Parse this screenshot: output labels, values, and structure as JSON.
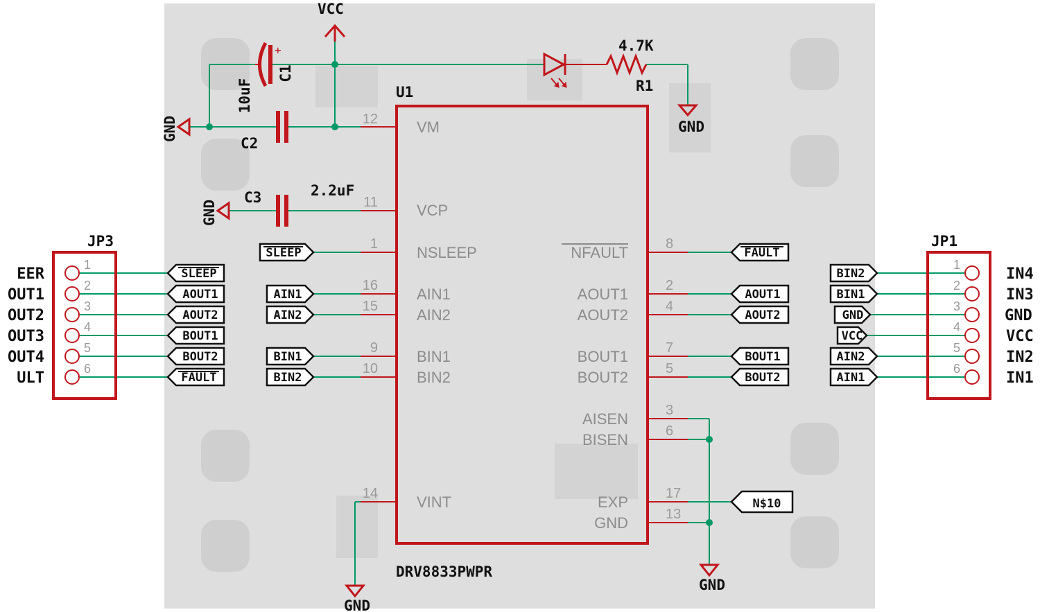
{
  "colors": {
    "wire": "#009966",
    "component": "#c0161c",
    "text": "#111111",
    "pin_text": "#999999",
    "board": "#dcdcdc"
  },
  "supply": {
    "vcc": "VCC",
    "gnd": "GND"
  },
  "capacitors": {
    "c1": {
      "ref": "C1",
      "value": "10uF",
      "polarity": "+"
    },
    "c2": {
      "ref": "C2"
    },
    "c3": {
      "ref": "C3",
      "value": "2.2uF"
    }
  },
  "resistor": {
    "ref": "R1",
    "value": "4.7K"
  },
  "ic": {
    "ref": "U1",
    "part": "DRV8833PWPR",
    "left_pins": [
      {
        "num": "12",
        "name": "VM"
      },
      {
        "num": "11",
        "name": "VCP"
      },
      {
        "num": "1",
        "name": "NSLEEP"
      },
      {
        "num": "16",
        "name": "AIN1"
      },
      {
        "num": "15",
        "name": "AIN2"
      },
      {
        "num": "9",
        "name": "BIN1"
      },
      {
        "num": "10",
        "name": "BIN2"
      },
      {
        "num": "14",
        "name": "VINT"
      }
    ],
    "right_pins": [
      {
        "num": "8",
        "name": "NFAULT"
      },
      {
        "num": "2",
        "name": "AOUT1"
      },
      {
        "num": "4",
        "name": "AOUT2"
      },
      {
        "num": "7",
        "name": "BOUT1"
      },
      {
        "num": "5",
        "name": "BOUT2"
      },
      {
        "num": "3",
        "name": "AISEN"
      },
      {
        "num": "6",
        "name": "BISEN"
      },
      {
        "num": "17",
        "name": "EXP"
      },
      {
        "num": "13",
        "name": "GND"
      }
    ]
  },
  "net_tags": {
    "left": [
      "SLEEP",
      "AIN1",
      "AIN2",
      "BIN1",
      "BIN2"
    ],
    "right": [
      "FAULT",
      "AOUT1",
      "AOUT2",
      "BOUT1",
      "BOUT2",
      "N$10"
    ]
  },
  "jp3": {
    "ref": "JP3",
    "pins": [
      "1",
      "2",
      "3",
      "4",
      "5",
      "6"
    ],
    "tags": [
      "SLEEP",
      "AOUT1",
      "AOUT2",
      "BOUT1",
      "BOUT2",
      "FAULT"
    ],
    "names": [
      "EER",
      "OUT1",
      "OUT2",
      "OUT3",
      "OUT4",
      "ULT"
    ]
  },
  "jp1": {
    "ref": "JP1",
    "pins": [
      "1",
      "2",
      "3",
      "4",
      "5",
      "6"
    ],
    "tags": [
      "BIN2",
      "BIN1",
      "GND",
      "VCC",
      "AIN2",
      "AIN1"
    ],
    "names": [
      "IN4",
      "IN3",
      "GND",
      "VCC",
      "IN2",
      "IN1"
    ]
  }
}
